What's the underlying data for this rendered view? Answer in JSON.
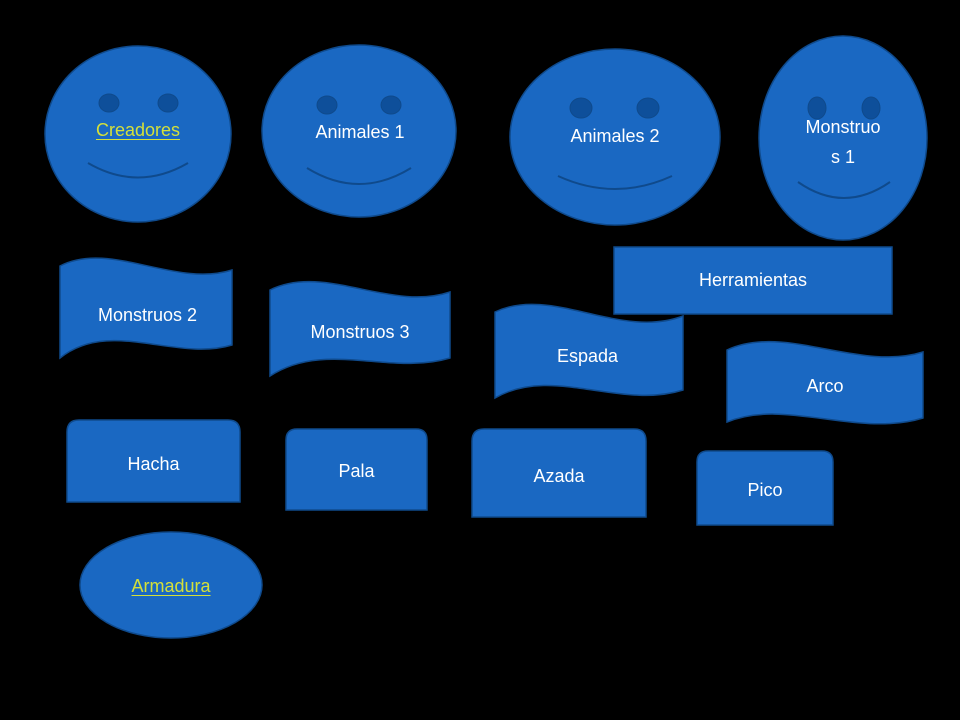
{
  "colors": {
    "background": "#000000",
    "shape_fill": "#1a68c2",
    "shape_stroke": "#0f4a8c",
    "face_feature": "#0e4f9a",
    "label_text": "#ffffff",
    "link_text": "#d4e03a"
  },
  "faces": [
    {
      "label": "Creadores",
      "is_link": true
    },
    {
      "label": "Animales 1",
      "is_link": false
    },
    {
      "label": "Animales 2",
      "is_link": false
    },
    {
      "label_line1": "Monstruo",
      "label_line2": "s 1",
      "is_link": false
    }
  ],
  "banners": [
    {
      "label": "Monstruos 2"
    },
    {
      "label": "Monstruos 3"
    },
    {
      "label": "Espada"
    },
    {
      "label": "Arco"
    }
  ],
  "rect_button": {
    "label": "Herramientas"
  },
  "tabs": [
    {
      "label": "Hacha"
    },
    {
      "label": "Pala"
    },
    {
      "label": "Azada"
    },
    {
      "label": "Pico"
    }
  ],
  "ellipse_button": {
    "label": "Armadura",
    "is_link": true
  }
}
